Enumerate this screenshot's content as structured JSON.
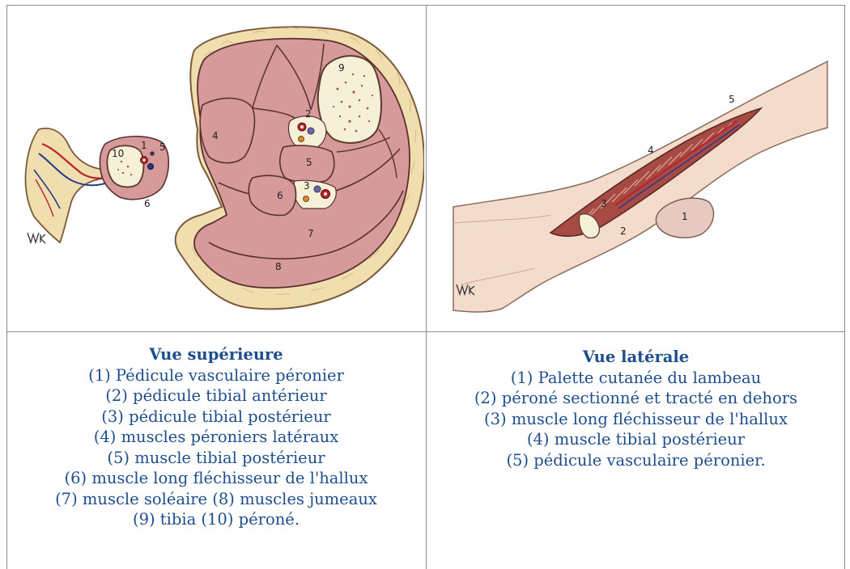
{
  "left_panel": {
    "title": "Vue supérieure",
    "lines": [
      "(1) Pédicule vasculaire péronier",
      "(2) pédicule tibial antérieur",
      "(3) pédicule tibial postérieur",
      "(4) muscles péroniers latéraux",
      "(5) muscle tibial postérieur",
      "(6) muscle long fléchisseur de l'hallux",
      "(7) muscle soléaire (8) muscles jumeaux",
      "(9) tibia (10) péroné."
    ],
    "figure_numbers": [
      "1",
      "2",
      "3",
      "4",
      "5",
      "6",
      "7",
      "8",
      "9",
      "10",
      "5",
      "6"
    ]
  },
  "right_panel": {
    "title": "Vue latérale",
    "lines": [
      "(1) Palette cutanée du lambeau",
      "(2) péroné sectionné et tracté en dehors",
      "(3) muscle long fléchisseur de l'hallux",
      "(4) muscle tibial postérieur",
      "(5) pédicule vasculaire péronier."
    ],
    "figure_numbers": [
      "1",
      "2",
      "3",
      "4",
      "5"
    ]
  },
  "colors": {
    "caption_text": "#1f4e8c",
    "muscle": "#d69a9a",
    "muscle_stroke": "#5a2f2f",
    "fat": "#f0deae",
    "skin": "#f3dccb",
    "bone": "#f6f0d8"
  }
}
